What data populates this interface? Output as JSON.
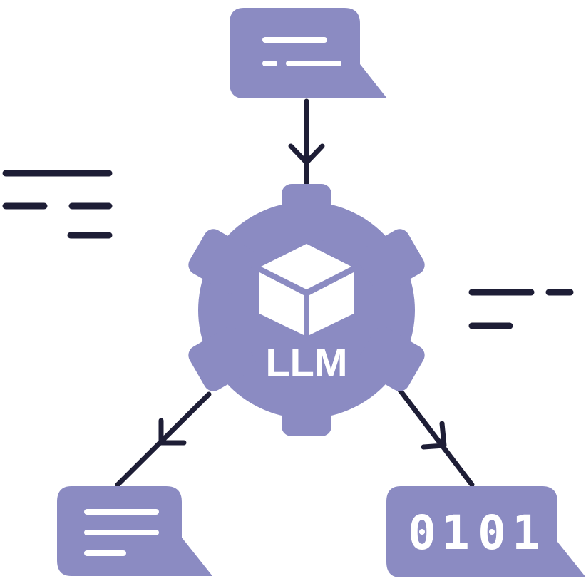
{
  "diagram": {
    "center_label": "LLM",
    "output_binary": [
      "0",
      "1",
      "0",
      "1"
    ]
  },
  "colors": {
    "background": "#ffffff",
    "node_fill": "#8b8bc2",
    "line": "#1e1e36",
    "icon": "#ffffff"
  },
  "icons": {
    "input": "chat-bubble-icon",
    "center": "gear-icon",
    "model": "cube-icon",
    "output_text": "chat-bubble-icon",
    "output_binary": "binary-data-icon"
  }
}
